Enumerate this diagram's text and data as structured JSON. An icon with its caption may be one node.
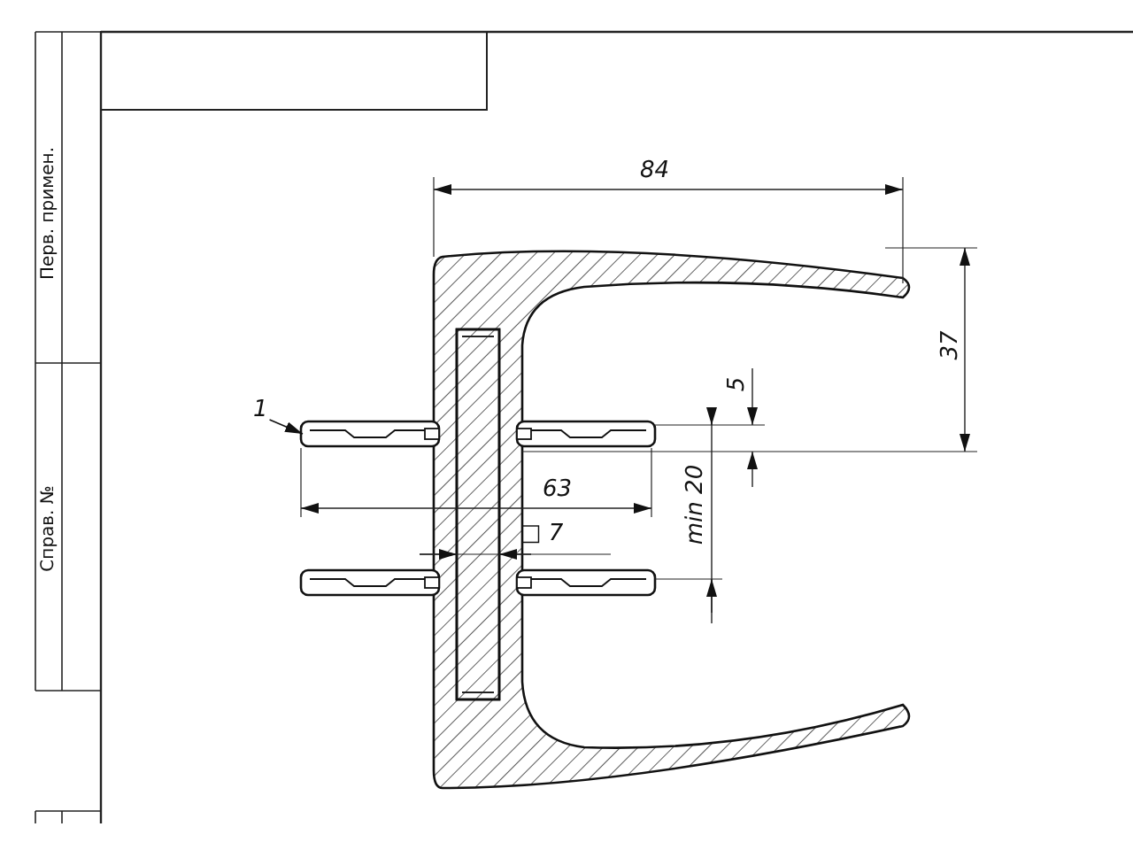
{
  "diagram": {
    "nodes": [
      {
        "text": [
          "1"
        ]
      },
      {
        "text": [],
        "shape": "picture"
      }
    ],
    "edges": [
      {
        "from": 0,
        "to": 1,
        "arrow": "to"
      }
    ],
    "labels": [
      "Перв. примен.",
      "Справ. №",
      "84",
      "37",
      "5",
      "63",
      "min 20",
      "□ 7"
    ]
  }
}
